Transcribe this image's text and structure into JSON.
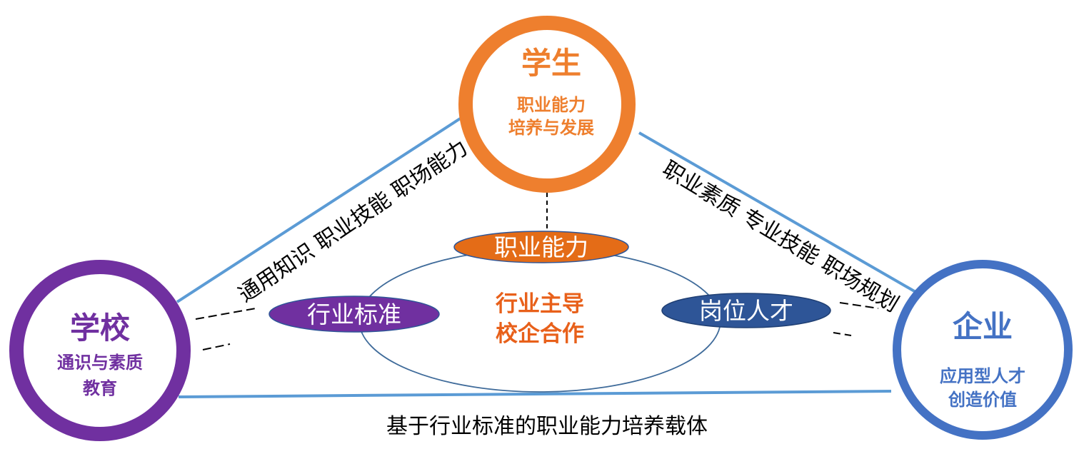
{
  "colors": {
    "student": "#EE7F2E",
    "school": "#7030A0",
    "enterprise": "#4472C4",
    "triangle_line": "#5B9BD5",
    "ellipse_stroke": "#3F6B9A",
    "core_text": "#E8601A",
    "pill_top": "#E46C17",
    "pill_left": "#7030A0",
    "pill_right": "#2E5597",
    "label_text": "#000000",
    "pill_text": "#ffffff"
  },
  "nodes": {
    "student": {
      "title": "学生",
      "line1": "职业能力",
      "line2": "培养与发展"
    },
    "school": {
      "title": "学校",
      "line1": "通识与素质",
      "line2": "教育"
    },
    "enterprise": {
      "title": "企业",
      "line1": "应用型人才",
      "line2": "创造价值"
    }
  },
  "pills": {
    "top": "职业能力",
    "left": "行业标准",
    "right": "岗位人才"
  },
  "core": {
    "line1": "行业主导",
    "line2": "校企合作"
  },
  "edges": {
    "left": "通用知识 职业技能 职场能力",
    "right": "职业素质 专业技能 职场规划",
    "bottom": "基于行业标准的职业能力培养载体"
  },
  "icons": {
    "student": "circle-ring-icon",
    "school": "circle-ring-icon",
    "enterprise": "circle-ring-icon"
  }
}
